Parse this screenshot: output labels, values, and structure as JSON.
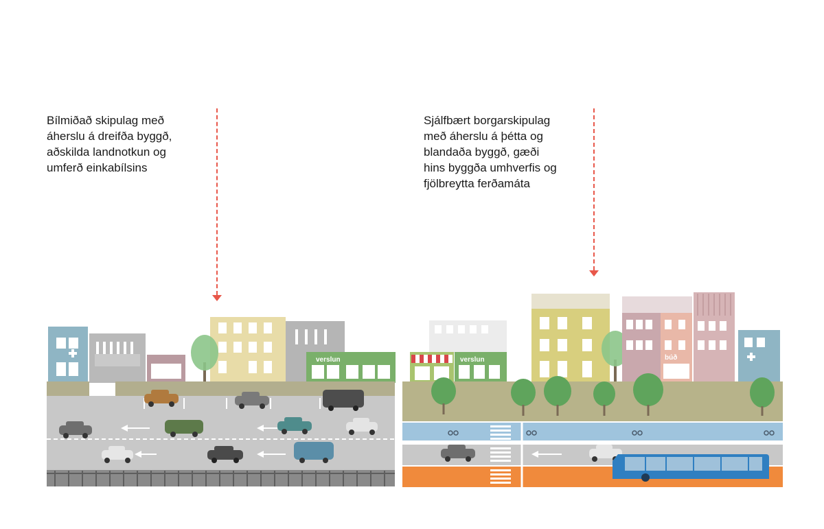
{
  "left_panel": {
    "caption": "Bílmiðað skipulag með\náherslu á dreifða byggð,\naðskilda landnotkun og\numferð einkabílsins",
    "store_sign": "verslun"
  },
  "right_panel": {
    "caption": "Sjálfbært borgarskipulag\nmeð áherslu á þétta og\nblandaða byggð, gæði\nhins byggða umhverfis og\nfjölbreytta ferðamáta",
    "store_sign": "verslun",
    "shop_sign": "búð"
  },
  "colors": {
    "marker": "#e8574a",
    "road": "#c8c8c8",
    "sidewalk": "#b8b48e",
    "bike_lane": "#9fc4dd",
    "bus_lane": "#f08a3c",
    "bus": "#2f7fc1",
    "tree": "#5a9e5a"
  }
}
